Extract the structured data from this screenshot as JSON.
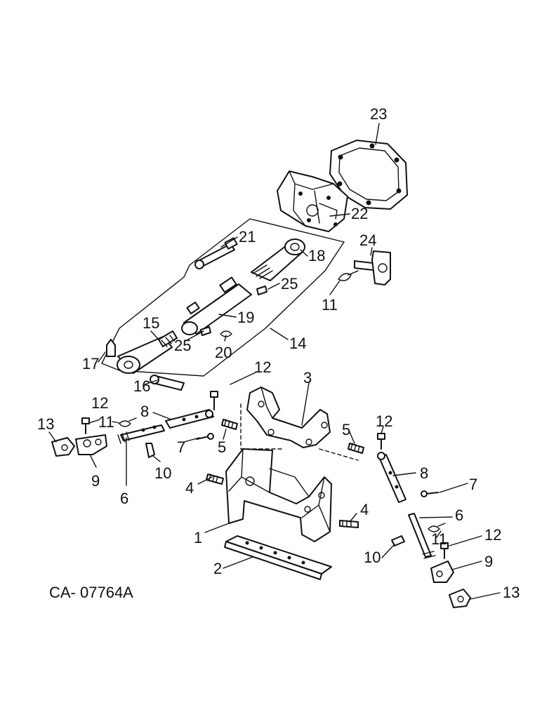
{
  "drawing_code": "CA- 07764A",
  "callouts": [
    {
      "id": "c23",
      "text": "23"
    },
    {
      "id": "c22",
      "text": "22"
    },
    {
      "id": "c21",
      "text": "21"
    },
    {
      "id": "c18",
      "text": "18"
    },
    {
      "id": "c24",
      "text": "24"
    },
    {
      "id": "c25a",
      "text": "25"
    },
    {
      "id": "c11a",
      "text": "11"
    },
    {
      "id": "c19",
      "text": "19"
    },
    {
      "id": "c15",
      "text": "15"
    },
    {
      "id": "c25b",
      "text": "25"
    },
    {
      "id": "c20",
      "text": "20"
    },
    {
      "id": "c14",
      "text": "14"
    },
    {
      "id": "c17",
      "text": "17"
    },
    {
      "id": "c16",
      "text": "16"
    },
    {
      "id": "c12a",
      "text": "12"
    },
    {
      "id": "c3",
      "text": "3"
    },
    {
      "id": "c12b",
      "text": "12"
    },
    {
      "id": "c13a",
      "text": "13"
    },
    {
      "id": "c11b",
      "text": "11"
    },
    {
      "id": "c8a",
      "text": "8"
    },
    {
      "id": "c12c",
      "text": "12"
    },
    {
      "id": "c7a",
      "text": "7"
    },
    {
      "id": "c5a",
      "text": "5"
    },
    {
      "id": "c5b",
      "text": "5"
    },
    {
      "id": "c9a",
      "text": "9"
    },
    {
      "id": "c6a",
      "text": "6"
    },
    {
      "id": "c10a",
      "text": "10"
    },
    {
      "id": "c4a",
      "text": "4"
    },
    {
      "id": "c8b",
      "text": "8"
    },
    {
      "id": "c7b",
      "text": "7"
    },
    {
      "id": "c1",
      "text": "1"
    },
    {
      "id": "c4b",
      "text": "4"
    },
    {
      "id": "c6b",
      "text": "6"
    },
    {
      "id": "c11c",
      "text": "11"
    },
    {
      "id": "c12d",
      "text": "12"
    },
    {
      "id": "c10b",
      "text": "10"
    },
    {
      "id": "c2",
      "text": "2"
    },
    {
      "id": "c9b",
      "text": "9"
    },
    {
      "id": "c13b",
      "text": "13"
    }
  ]
}
